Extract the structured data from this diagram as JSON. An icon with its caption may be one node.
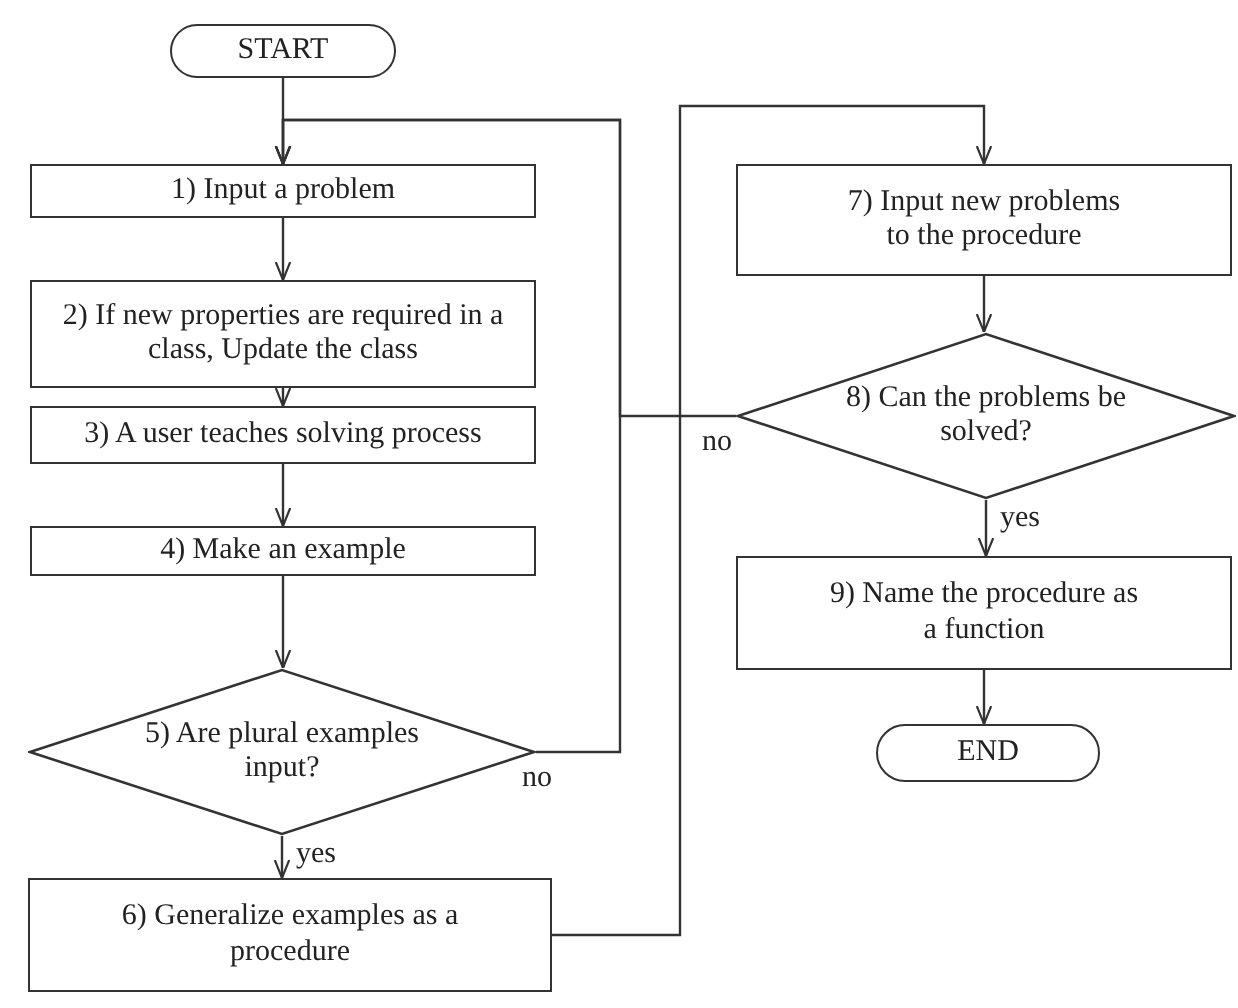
{
  "diagram": {
    "nodes": [
      {
        "text": [
          "START"
        ]
      },
      {
        "text": [
          "1) Input a problem"
        ]
      },
      {
        "text": [
          "2) If new properties are required in a class, Update the class"
        ]
      },
      {
        "text": [
          "3) A user teaches solving process"
        ]
      },
      {
        "text": [
          "4) Make an example"
        ]
      },
      {
        "text": [
          "5) Are plural examples input?"
        ]
      },
      {
        "text": [
          "6) Generalize examples as a procedure"
        ]
      },
      {
        "text": [
          "7) Input new problems to the procedure"
        ]
      },
      {
        "text": [
          "8) Can the problems be solved?"
        ]
      },
      {
        "text": [
          "9) Name the procedure as a function"
        ]
      },
      {
        "text": [
          "END"
        ]
      }
    ],
    "edges": [
      {
        "from": 0,
        "to": 1,
        "arrow": "to"
      },
      {
        "from": 1,
        "to": 2,
        "arrow": "to"
      },
      {
        "from": 2,
        "to": 3,
        "arrow": "to"
      },
      {
        "from": 3,
        "to": 4,
        "arrow": "to"
      },
      {
        "from": 4,
        "to": 5,
        "arrow": "to"
      },
      {
        "from": 5,
        "to": 6,
        "label": "yes",
        "arrow": "to"
      },
      {
        "from": 5,
        "to": 1,
        "label": "no",
        "arrow": "to"
      },
      {
        "from": 6,
        "to": 7,
        "arrow": "to"
      },
      {
        "from": 7,
        "to": 8,
        "arrow": "to"
      },
      {
        "from": 8,
        "to": 9,
        "label": "yes",
        "arrow": "to"
      },
      {
        "from": 8,
        "to": 1,
        "label": "no",
        "arrow": "to"
      },
      {
        "from": 9,
        "to": 10,
        "arrow": "to"
      }
    ]
  }
}
